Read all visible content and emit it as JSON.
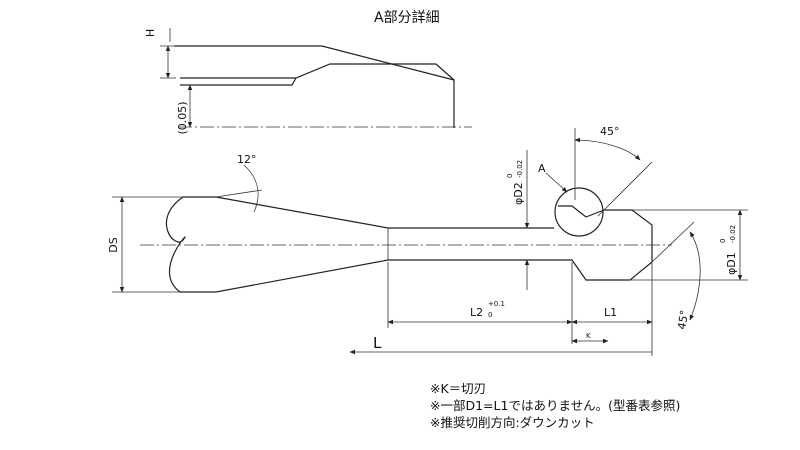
{
  "detail_title": "A部分詳細",
  "detail_labels": {
    "h": "H",
    "offset": "(0.05)"
  },
  "labels": {
    "angle_top": "12°",
    "angle_top_right": "45°",
    "angle_bottom_right": "45°",
    "detail_marker": "A",
    "ds": "DS",
    "d2": "φD2",
    "d2_tol_upper": "0",
    "d2_tol_lower": "-0.02",
    "d1": "φD1",
    "d1_tol_upper": "0",
    "d1_tol_lower": "-0.02",
    "l2": "L2",
    "l2_tol_upper": "+0.1",
    "l2_tol_lower": "0",
    "l1": "L1",
    "k": "K",
    "l": "L"
  },
  "notes": [
    "※K＝切刃",
    "※一部D1=L1ではありません。(型番表参照)",
    "※推奨切削方向:ダウンカット"
  ]
}
